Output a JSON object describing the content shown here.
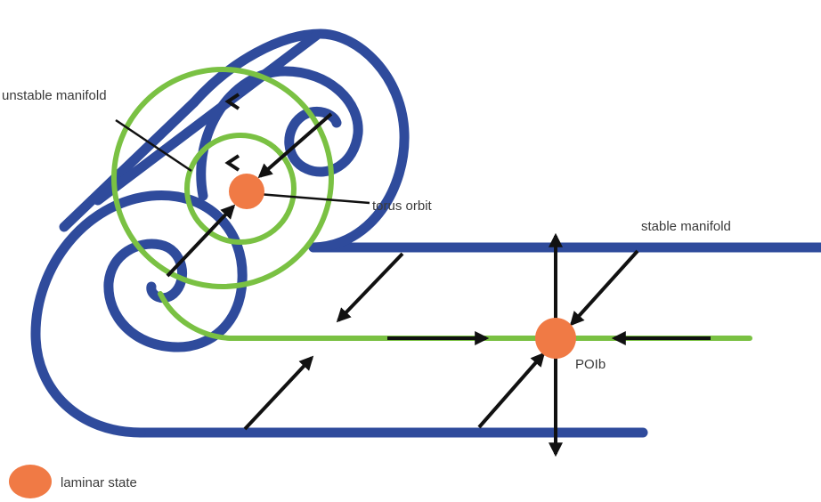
{
  "labels": {
    "unstable_manifold": "unstable manifold",
    "torus_orbit": "torus orbit",
    "stable_manifold": "stable manifold",
    "poib": "POIb",
    "laminar_state": "laminar state"
  },
  "colors": {
    "manifold_blue": "#2f4b9c",
    "manifold_green": "#7ac143",
    "state_orange": "#f07a45",
    "arrow": "#111111",
    "text": "#3a3a3a"
  }
}
